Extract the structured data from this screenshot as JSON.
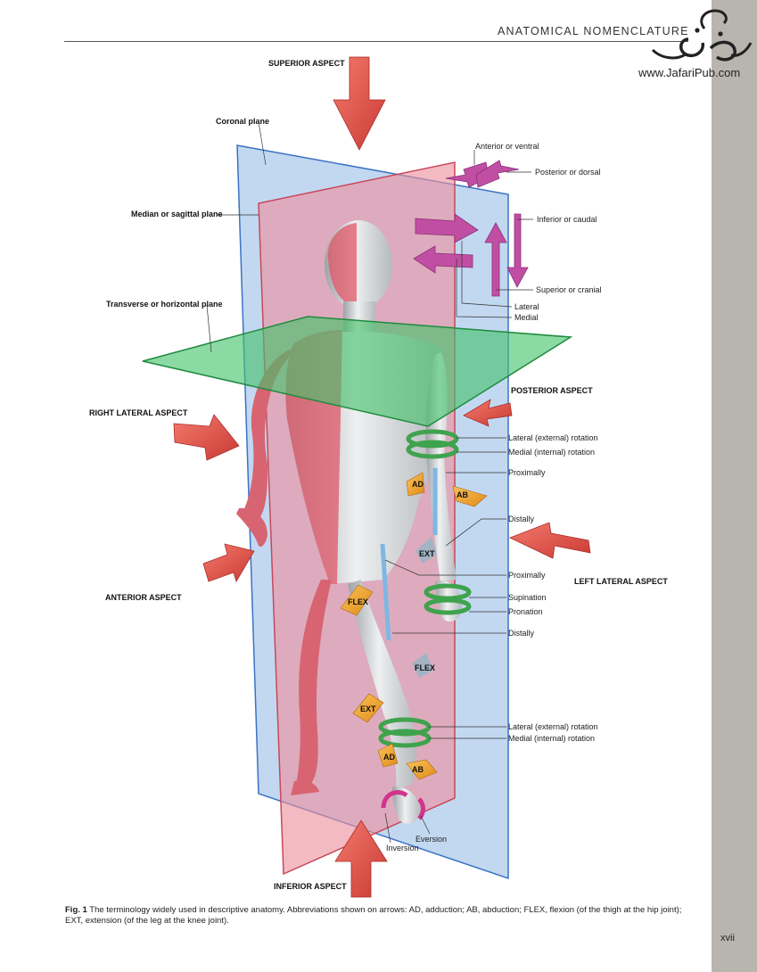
{
  "header": {
    "title": "ANATOMICAL NOMENCLATURE"
  },
  "watermark": {
    "text": "www.JafariPub.com"
  },
  "aspects": {
    "superior": "SUPERIOR ASPECT",
    "inferior": "INFERIOR ASPECT",
    "right_lateral": "RIGHT LATERAL ASPECT",
    "left_lateral": "LEFT LATERAL ASPECT",
    "anterior": "ANTERIOR ASPECT",
    "posterior": "POSTERIOR ASPECT"
  },
  "planes": {
    "coronal": "Coronal plane",
    "median": "Median or sagittal plane",
    "transverse": "Transverse or horizontal plane"
  },
  "directions": {
    "anterior": "Anterior or ventral",
    "posterior": "Posterior or dorsal",
    "inferior": "Inferior or caudal",
    "superior": "Superior or cranial",
    "lateral": "Lateral",
    "medial": "Medial"
  },
  "arm_labels": {
    "lateral_rotation": "Lateral (external) rotation",
    "medial_rotation": "Medial (internal) rotation",
    "proximally": "Proximally",
    "distally": "Distally",
    "proximally_2": "Proximally",
    "supination": "Supination",
    "pronation": "Pronation",
    "distally_2": "Distally"
  },
  "leg_labels": {
    "lateral_rotation": "Lateral (external) rotation",
    "medial_rotation": "Medial (internal) rotation",
    "eversion": "Eversion",
    "inversion": "Inversion"
  },
  "arrow_tags": {
    "ad": "AD",
    "ab": "AB",
    "ext": "EXT",
    "flex": "FLEX"
  },
  "caption": {
    "label": "Fig. 1",
    "text": " The terminology widely used in descriptive anatomy. Abbreviations shown on arrows: AD, adduction; AB, abduction; FLEX, flexion (of the thigh at the hip joint); EXT, extension (of the leg at the knee joint)."
  },
  "page_number": "xvii",
  "colors": {
    "coronal": "#8fb8e6",
    "sagittal": "#e9909c",
    "transverse": "#43c26a",
    "aspect_arrow": "#e8564e",
    "direction_arrow": "#c04fa3",
    "rotation": "#3fa34d",
    "abduction": "#f0a22a",
    "flexion_axis": "#7fb6e4"
  }
}
